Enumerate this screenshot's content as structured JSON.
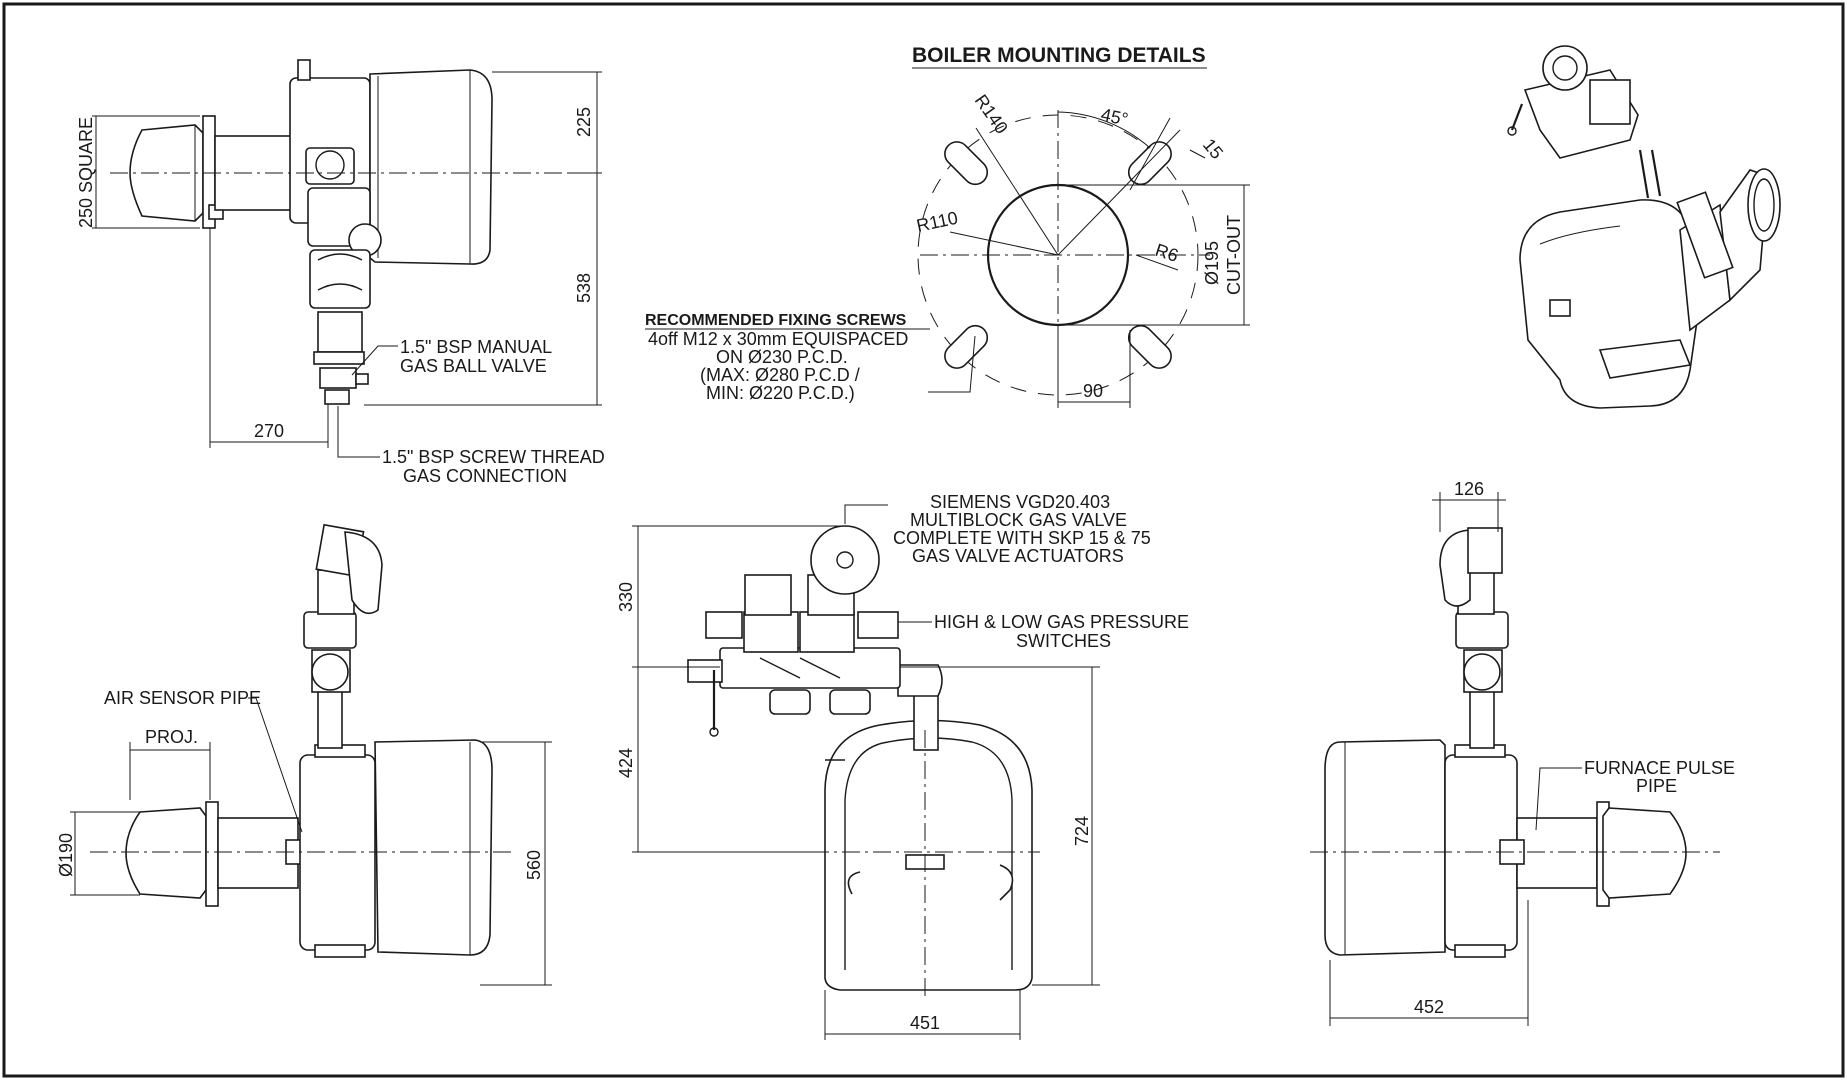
{
  "title": "BOILER MOUNTING DETAILS",
  "mounting": {
    "r140": "R140",
    "r110": "R110",
    "r6": "R6",
    "angle": "45°",
    "slot": "15",
    "cutout_dia": "Ø195",
    "cutout_label": "CUT-OUT",
    "offset": "90"
  },
  "fixing": {
    "heading": "RECOMMENDED FIXING SCREWS",
    "lines": [
      "4off M12 x 30mm EQUISPACED",
      "ON Ø230 P.C.D.",
      "(MAX: Ø280 P.C.D /",
      "MIN: Ø220 P.C.D.)"
    ]
  },
  "top_left": {
    "square": "250 SQUARE",
    "d225": "225",
    "d538": "538",
    "d270": "270",
    "ball_valve": [
      "1.5\" BSP MANUAL",
      "GAS BALL VALVE"
    ],
    "connection": [
      "1.5\" BSP SCREW THREAD",
      "GAS CONNECTION"
    ]
  },
  "bottom_left": {
    "air_sensor": "AIR SENSOR PIPE",
    "proj": "PROJ.",
    "dia190": "Ø190",
    "d560": "560"
  },
  "center": {
    "siemens": [
      "SIEMENS VGD20.403",
      "MULTIBLOCK GAS VALVE",
      "COMPLETE WITH SKP 15 & 75",
      "GAS VALVE ACTUATORS"
    ],
    "switches": [
      "HIGH & LOW GAS PRESSURE",
      "SWITCHES"
    ],
    "d330": "330",
    "d424": "424",
    "d724": "724",
    "d451": "451"
  },
  "bottom_right": {
    "d126": "126",
    "furnace": [
      "FURNACE PULSE",
      "PIPE"
    ],
    "d452": "452"
  }
}
